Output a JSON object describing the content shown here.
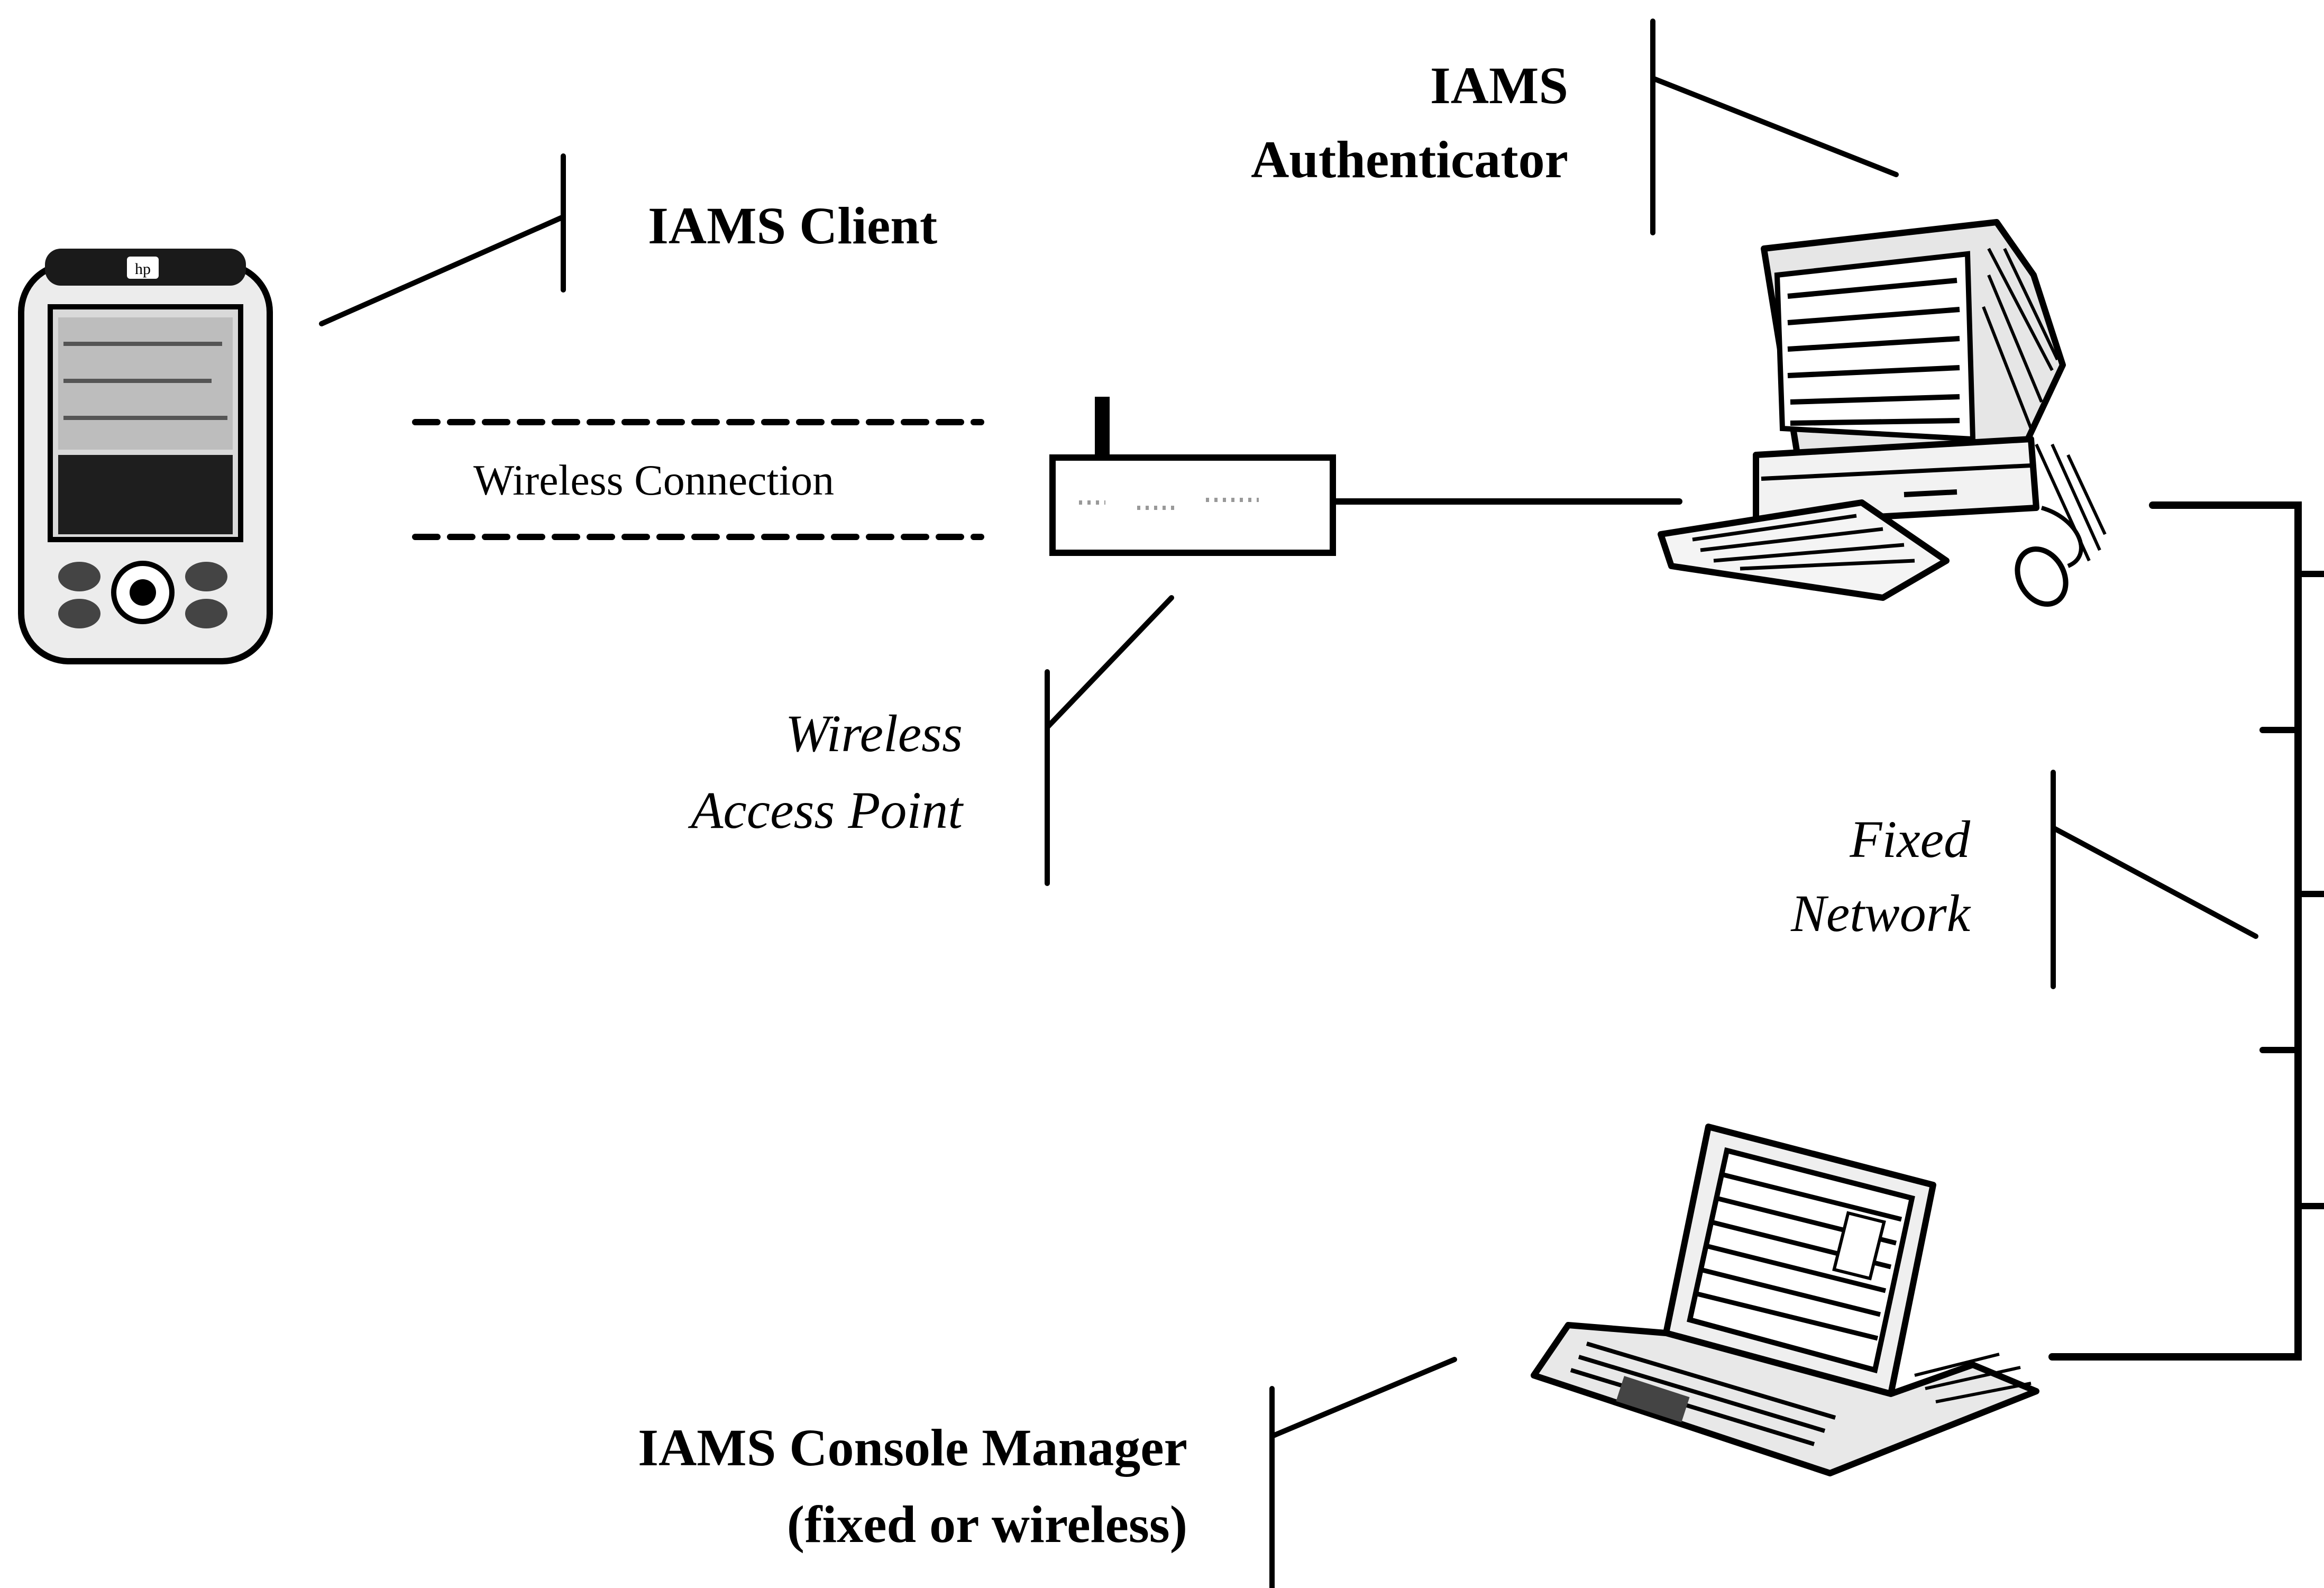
{
  "diagram": {
    "client_label": "IAMS Client",
    "authenticator_label_line1": "IAMS",
    "authenticator_label_line2": "Authenticator",
    "wireless_connection_label": "Wireless Connection",
    "access_point_label_line1": "Wireless",
    "access_point_label_line2": "Access Point",
    "fixed_network_label_line1": "Fixed",
    "fixed_network_label_line2": "Network",
    "console_label_line1": "IAMS Console Manager",
    "console_label_line2": "(fixed or wireless)",
    "pda_brand": "hp"
  },
  "icons": {
    "pda": "pda-device-icon",
    "access_point": "wireless-access-point-icon",
    "desktop": "desktop-computer-icon",
    "laptop": "laptop-computer-icon"
  }
}
